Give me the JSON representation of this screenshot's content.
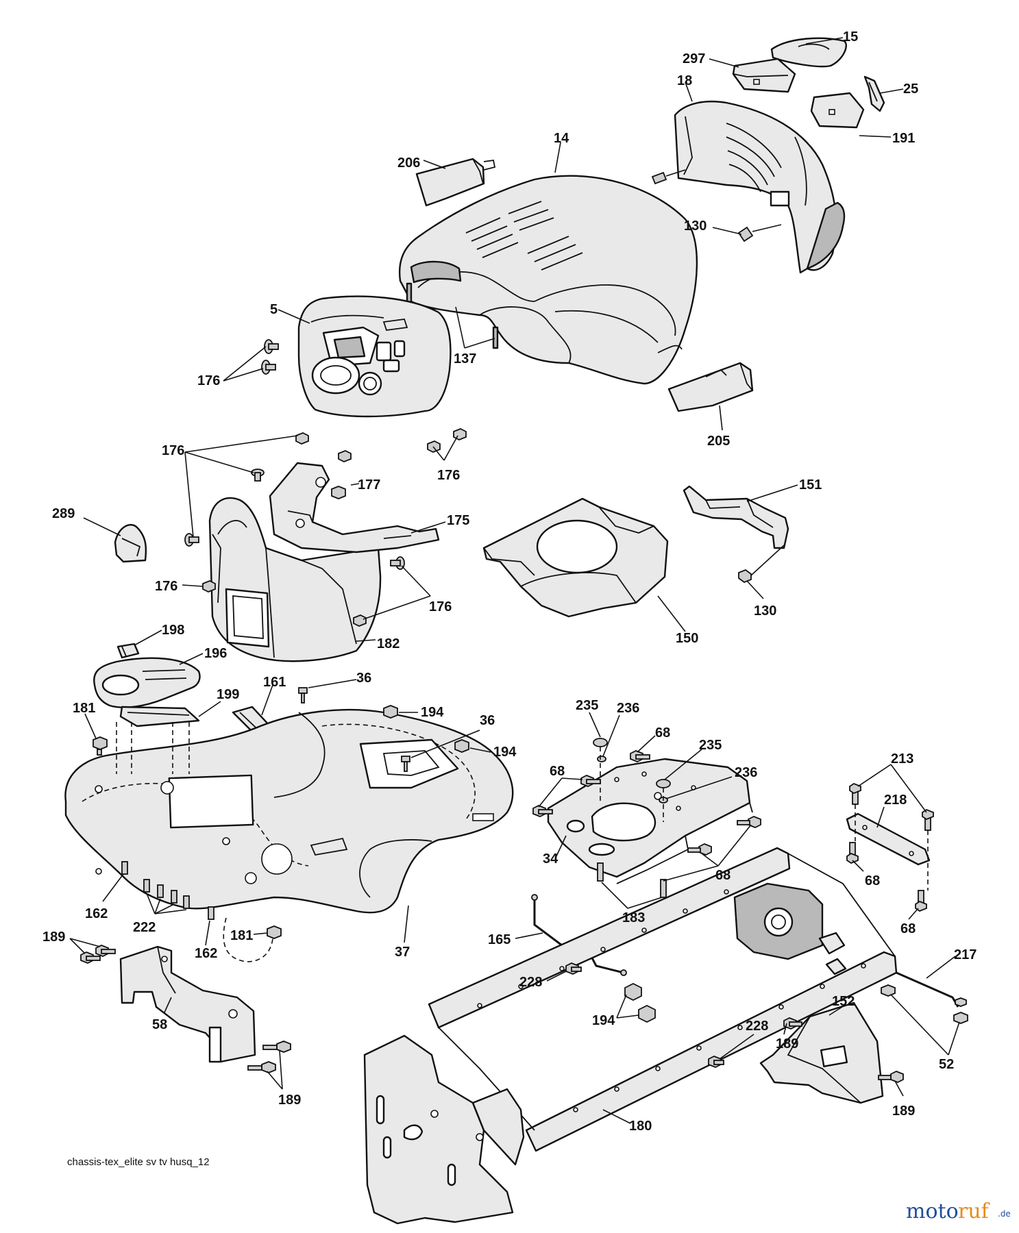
{
  "diagram": {
    "caption": "chassis-tex_elite sv tv husq_12",
    "watermark": {
      "blue": "moto",
      "orange": "ruf",
      "suffix": ".de"
    },
    "labels": {
      "l15": "15",
      "l297": "297",
      "l18": "18",
      "l25": "25",
      "l191": "191",
      "l14": "14",
      "l206": "206",
      "l130a": "130",
      "l5": "5",
      "l176a": "176",
      "l137": "137",
      "l205": "205",
      "l176b": "176",
      "l176c": "176",
      "l177": "177",
      "l175": "175",
      "l151": "151",
      "l289": "289",
      "l176d": "176",
      "l176e": "176",
      "l130b": "130",
      "l150": "150",
      "l182": "182",
      "l198": "198",
      "l196": "196",
      "l36a": "36",
      "l161": "161",
      "l199": "199",
      "l181a": "181",
      "l194a": "194",
      "l36b": "36",
      "l194b": "194",
      "l235a": "235",
      "l236a": "236",
      "l68a": "68",
      "l68b": "68",
      "l235b": "235",
      "l236b": "236",
      "l213": "213",
      "l218": "218",
      "l34": "34",
      "l68c": "68",
      "l68d": "68",
      "l68e": "68",
      "l162a": "162",
      "l222": "222",
      "l183": "183",
      "l37": "37",
      "l162b": "162",
      "l181b": "181",
      "l165": "165",
      "l217": "217",
      "l189a": "189",
      "l228a": "228",
      "l152": "152",
      "l58": "58",
      "l194c": "194",
      "l228b": "228",
      "l189b": "189",
      "l52": "52",
      "l189c": "189",
      "l180": "180",
      "l189d": "189"
    }
  }
}
